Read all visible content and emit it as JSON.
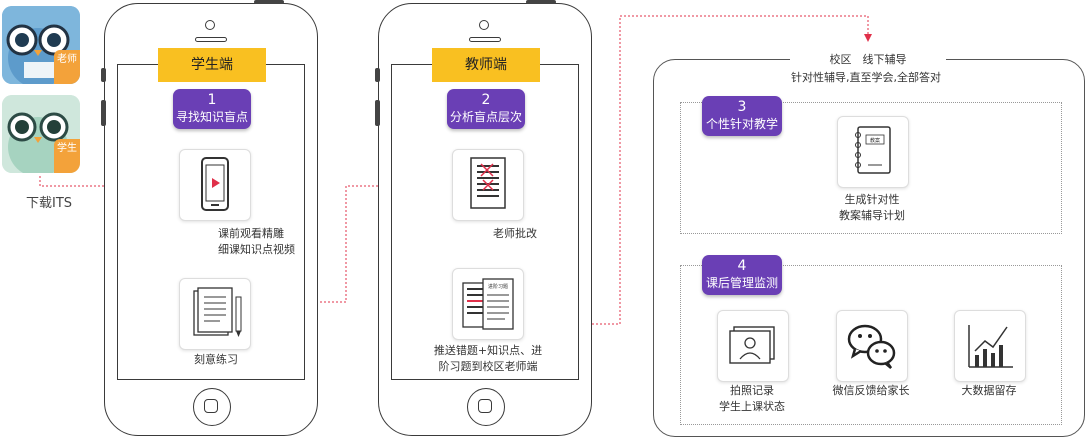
{
  "download": {
    "teacher_badge": "老师",
    "student_badge": "学生",
    "label": "下载ITS"
  },
  "student_phone": {
    "tag": "学生端",
    "step_number": "1",
    "step_title": "寻找知识盲点",
    "video_caption_1": "课前观看精雕",
    "video_caption_2": "细课知识点视频",
    "practice_caption": "刻意练习"
  },
  "teacher_phone": {
    "tag": "教师端",
    "step_number": "2",
    "step_title": "分析盲点层次",
    "grading_caption": "老师批改",
    "push_caption_1": "推送错题+知识点、进",
    "push_caption_2": "阶习题到校区老师端",
    "paper_header": "进阶习题"
  },
  "campus": {
    "header_1": "校区　线下辅导",
    "header_2": "针对性辅导,直至学会,全部答对",
    "step3_number": "3",
    "step3_title": "个性针对教学",
    "plan_label": "教案",
    "plan_caption_1": "生成针对性",
    "plan_caption_2": "教案辅导计划",
    "step4_number": "4",
    "step4_title": "课后管理监测",
    "photo_caption_1": "拍照记录",
    "photo_caption_2": "学生上课状态",
    "wechat_caption": "微信反馈给家长",
    "bigdata_caption": "大数据留存"
  },
  "colors": {
    "tag": "#f9c021",
    "step": "#6a3fb5",
    "connector": "#e0304a"
  }
}
